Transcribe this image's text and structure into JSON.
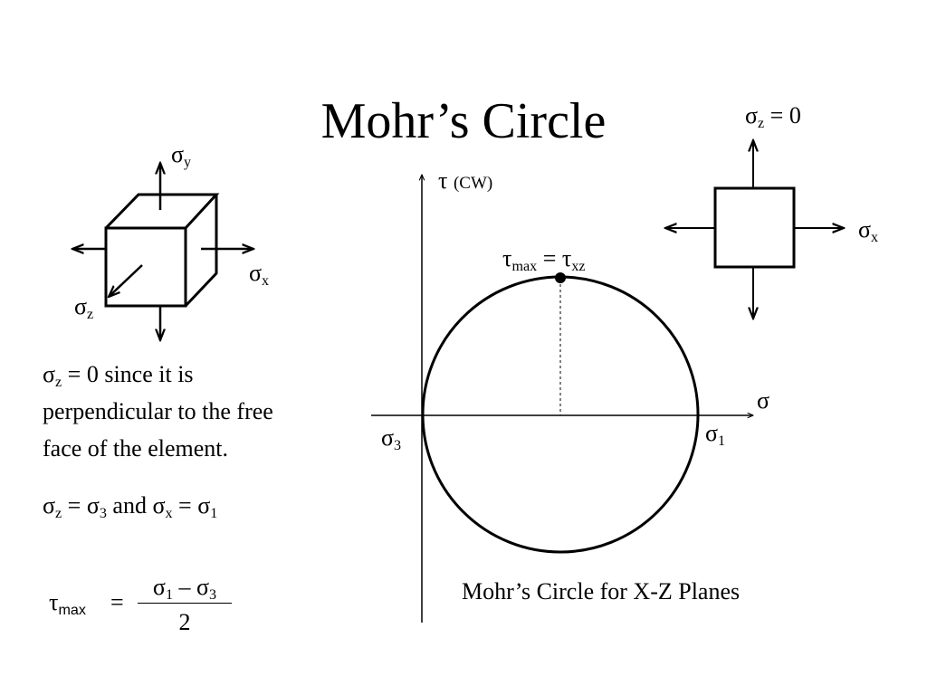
{
  "title": "Mohr’s Circle",
  "cube_labels": {
    "sigma_y": {
      "sym": "σ",
      "sub": "y"
    },
    "sigma_x": {
      "sym": "σ",
      "sub": "x"
    },
    "sigma_z": {
      "sym": "σ",
      "sub": "z"
    }
  },
  "plane_element": {
    "condition": {
      "sym": "σ",
      "sub": "z",
      "rest": " = 0"
    },
    "sigma_x": {
      "sym": "σ",
      "sub": "x"
    }
  },
  "notes": {
    "line1": {
      "sym": "σ",
      "sub": "z",
      "rest": " = 0 since it is"
    },
    "line2": "perpendicular to the free",
    "line3": "face of the element.",
    "equality": {
      "s1": "σ",
      "s1_sub": "z",
      "eq1": " = σ",
      "eq1_sub": "3",
      "and": " and σ",
      "s2_sub": "x",
      "eq2": " = σ",
      "eq2_sub": "1"
    }
  },
  "formula": {
    "lhs": "τ",
    "lhs_sub": "max",
    "equals": "=",
    "numerator": {
      "a": "σ",
      "a_sub": "1",
      "minus": " – σ",
      "b_sub": "3"
    },
    "denominator": "2"
  },
  "mohr_plot": {
    "tau_axis": {
      "sym": "τ",
      "note": "(CW)"
    },
    "sigma_axis": "σ",
    "sigma3": {
      "sym": "σ",
      "sub": "3"
    },
    "sigma1": {
      "sym": "σ",
      "sub": "1"
    },
    "tau_max_label": {
      "a": "τ",
      "a_sub": "max",
      "eq": " = τ",
      "b_sub": "xz"
    },
    "caption": "Mohr’s Circle for X-Z Planes"
  }
}
